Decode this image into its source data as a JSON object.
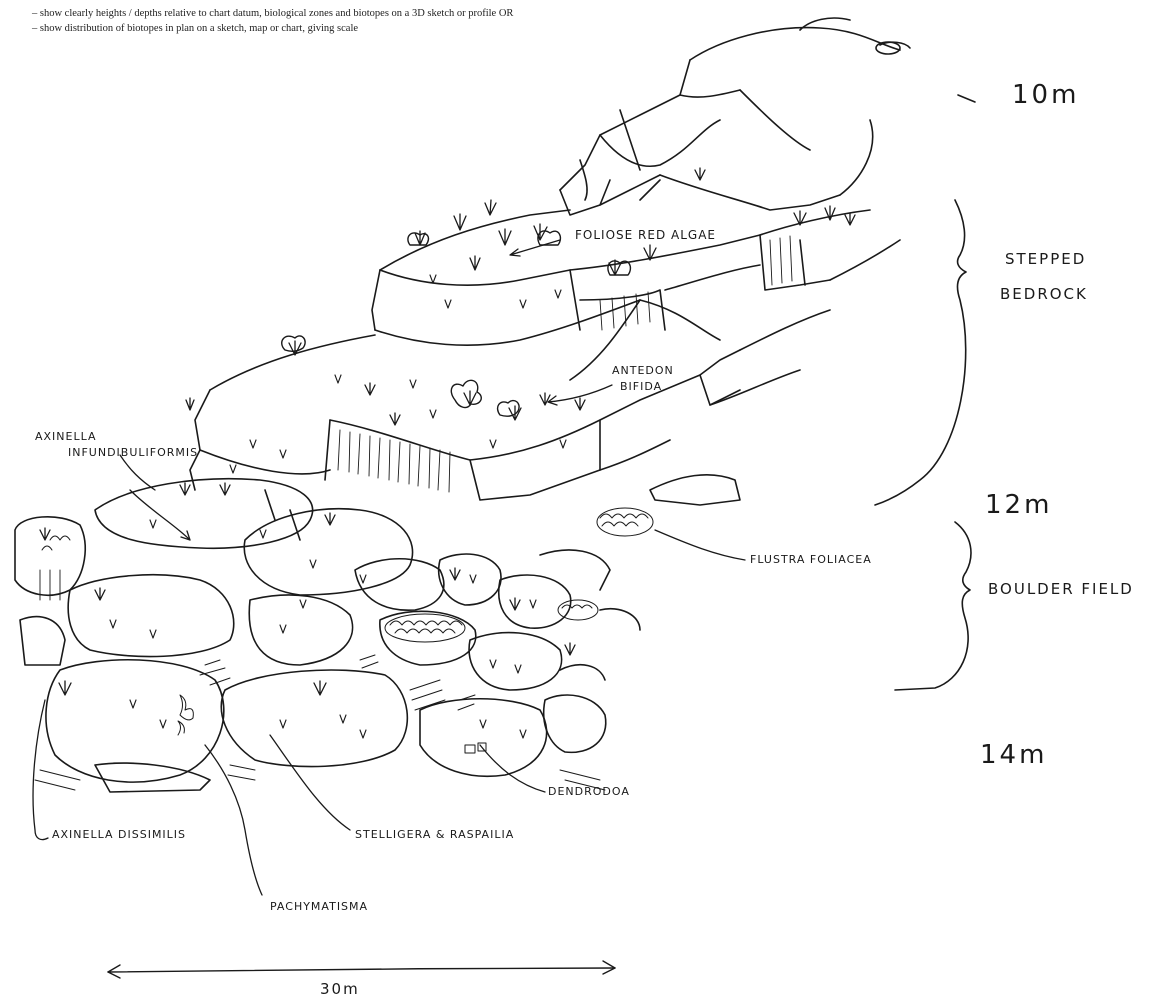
{
  "instructions": [
    "– show clearly heights / depths relative to chart datum, biological zones and biotopes on a 3D sketch or profile OR",
    "– show distribution of biotopes in plan on a sketch, map or chart, giving scale"
  ],
  "depths": {
    "d10": "10m",
    "d12": "12m",
    "d14": "14m"
  },
  "zones": {
    "stepped_1": "STEPPED",
    "stepped_2": "BEDROCK",
    "boulder": "BOULDER FIELD"
  },
  "species": {
    "foliose": "FOLIOSE RED ALGAE",
    "antedon_1": "ANTEDON",
    "antedon_2": "BIFIDA",
    "axinella_inf_1": "AXINELLA",
    "axinella_inf_2": "INFUNDIBULIFORMIS",
    "flustra": "FLUSTRA FOLIACEA",
    "dendrodoa": "DENDRODOA",
    "axinella_diss": "AXINELLA DISSIMILIS",
    "stelligera": "STELLIGERA & RASPAILIA",
    "phakellia": "PACHYMATISMA"
  },
  "scale": {
    "label": "30m"
  }
}
